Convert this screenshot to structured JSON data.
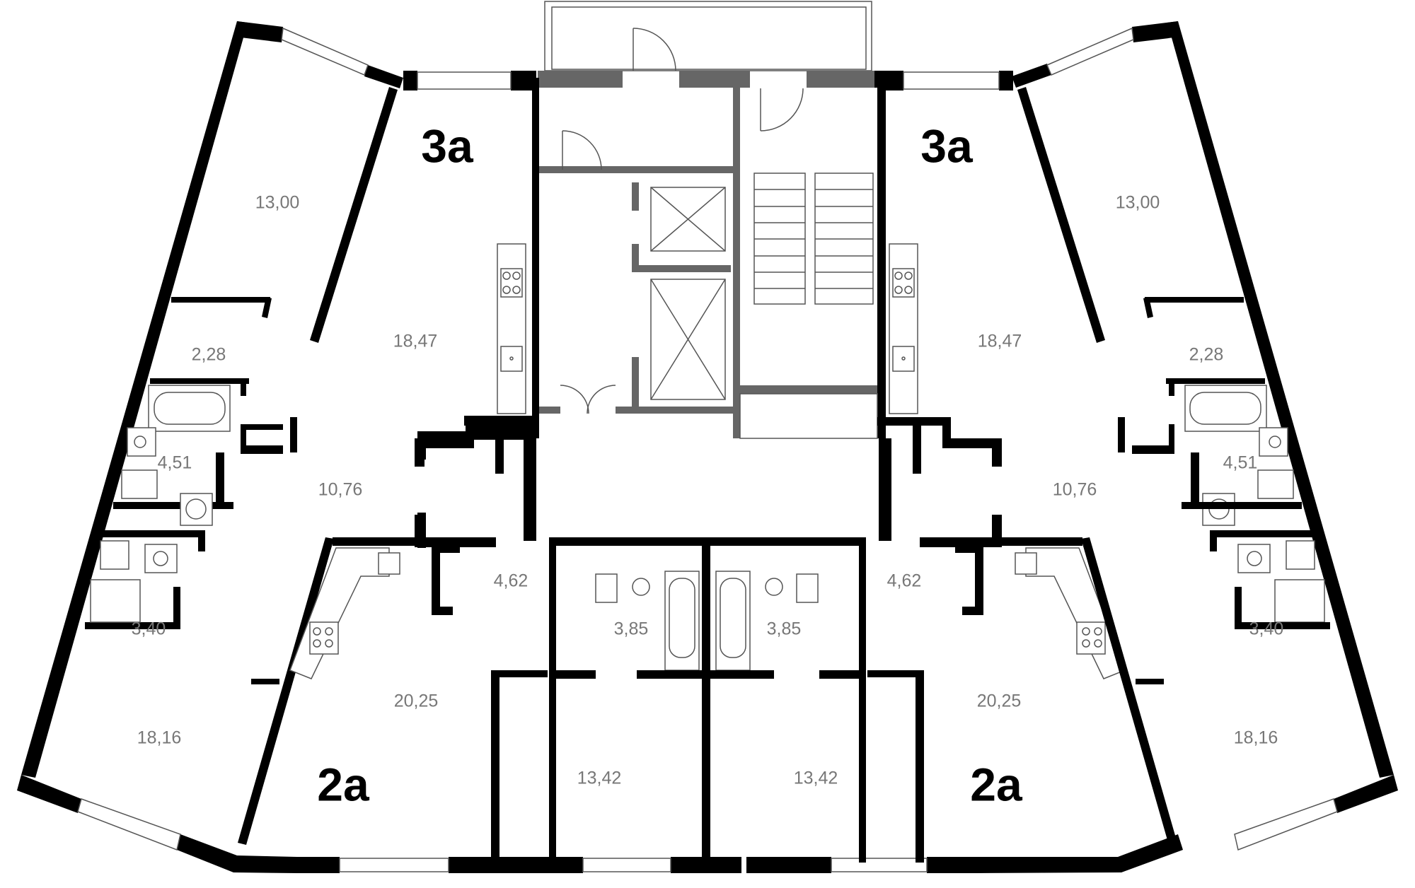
{
  "apartments": [
    {
      "id": "left-top",
      "label": "3а",
      "rooms": [
        "13,00",
        "18,47",
        "2,28",
        "4,51",
        "10,76",
        "3,40",
        "18,16"
      ]
    },
    {
      "id": "right-top",
      "label": "3а",
      "rooms": [
        "13,00",
        "18,47",
        "2,28",
        "4,51",
        "10,76",
        "3,40",
        "18,16"
      ]
    },
    {
      "id": "left-bottom",
      "label": "2а",
      "rooms": [
        "4,62",
        "20,25",
        "3,85",
        "13,42"
      ]
    },
    {
      "id": "right-bottom",
      "label": "2а",
      "rooms": [
        "4,62",
        "20,25",
        "3,85",
        "13,42"
      ]
    }
  ],
  "labels": {
    "l3a": "3а",
    "r3a": "3а",
    "l2a": "2а",
    "r2a": "2а"
  },
  "areas": {
    "l_13_00": "13,00",
    "l_18_47": "18,47",
    "l_2_28": "2,28",
    "l_4_51": "4,51",
    "l_10_76": "10,76",
    "l_3_40": "3,40",
    "l_18_16": "18,16",
    "l_4_62": "4,62",
    "l_20_25": "20,25",
    "l_3_85": "3,85",
    "l_13_42": "13,42",
    "r_13_00": "13,00",
    "r_18_47": "18,47",
    "r_2_28": "2,28",
    "r_4_51": "4,51",
    "r_10_76": "10,76",
    "r_3_40": "3,40",
    "r_18_16": "18,16",
    "r_4_62": "4,62",
    "r_20_25": "20,25",
    "r_3_85": "3,85",
    "r_13_42": "13,42"
  }
}
